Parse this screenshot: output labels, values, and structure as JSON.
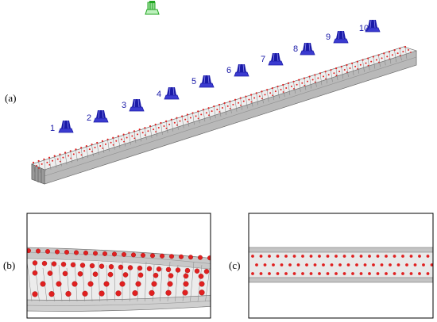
{
  "figure": {
    "panel_labels": {
      "a": "(a)",
      "b": "(b)",
      "c": "(c)"
    },
    "cameras": [
      {
        "label": "1"
      },
      {
        "label": "2"
      },
      {
        "label": "3"
      },
      {
        "label": "4"
      },
      {
        "label": "5"
      },
      {
        "label": "6"
      },
      {
        "label": "7"
      },
      {
        "label": "8"
      },
      {
        "label": "9"
      },
      {
        "label": "10"
      }
    ],
    "reference_camera_icon": "green-camera-icon",
    "camera_icon": "blue-camera-icon",
    "colors": {
      "camera": "#1a1aa8",
      "reference_camera": "#22a522",
      "points": "#e02020",
      "beam_light": "#e6e6e6",
      "beam_mid": "#c8c8c8",
      "beam_dark": "#8c8c8c",
      "frame": "#000000"
    }
  }
}
